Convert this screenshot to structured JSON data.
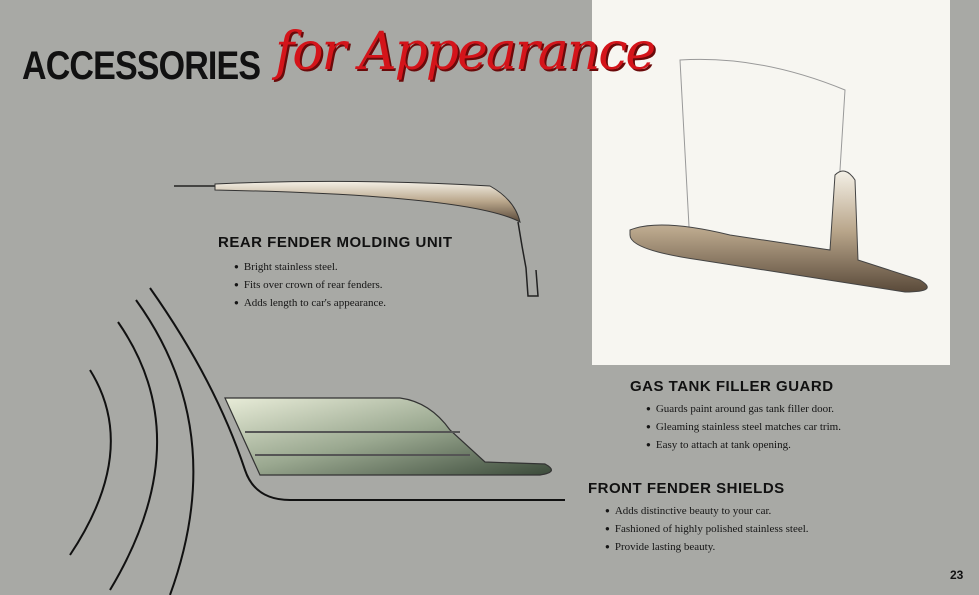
{
  "title": {
    "main": "ACCESSORIES",
    "script": "for Appearance"
  },
  "sections": [
    {
      "heading": "REAR FENDER MOLDING UNIT",
      "bullets": [
        "Bright stainless steel.",
        "Fits over crown of rear fenders.",
        "Adds length to car's appearance."
      ]
    },
    {
      "heading": "GAS TANK FILLER GUARD",
      "bullets": [
        "Guards paint around gas tank filler door.",
        "Gleaming stainless steel matches car trim.",
        "Easy to attach at tank opening."
      ]
    },
    {
      "heading": "FRONT FENDER SHIELDS",
      "bullets": [
        "Adds distinctive beauty to your car.",
        "Fashioned of highly polished stainless steel.",
        "Provide lasting beauty."
      ]
    }
  ],
  "page_number": "23"
}
